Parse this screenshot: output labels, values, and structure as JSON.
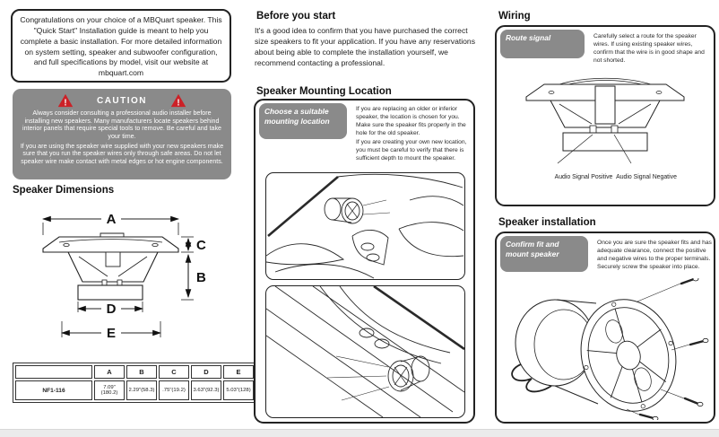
{
  "left": {
    "intro": "Congratulations on your choice of a MBQuart speaker. This \"Quick Start\" Installation guide is meant to help you complete a basic installation. For more detailed information on system setting, speaker and subwoofer configuration, and full specifications by model, visit our website at mbquart.com",
    "caution": {
      "title": "CAUTION",
      "p1": "Always consider consulting a professional audio installer before installing new speakers. Many manufacturers locate speakers behind interior panels that require special tools to remove. Be careful and take your time.",
      "p2": "If you are using the speaker wire supplied with your new speakers make sure that you run the speaker wires only through safe areas. Do not let speaker wire make contact with metal edges or hot engine components."
    },
    "dimensions": {
      "heading": "Speaker Dimensions",
      "labels": {
        "A": "A",
        "B": "B",
        "C": "C",
        "D": "D",
        "E": "E"
      },
      "table": {
        "model_header": "",
        "cols": [
          "A",
          "B",
          "C",
          "D",
          "E"
        ],
        "model": "NF1-116",
        "values": [
          "7.09\"(180.2)",
          "2.29\"(58.3)",
          ".75\"(19.2)",
          "3.63\"(92.3)",
          "5.03\"(128)"
        ]
      }
    }
  },
  "middle": {
    "before": {
      "heading": "Before you start",
      "body": "It's a good idea to confirm that you have purchased the correct size speakers to fit your application. If you have any reservations about being able to complete the installation yourself, we recommend contacting a professional."
    },
    "mounting": {
      "heading": "Speaker Mounting Location",
      "tab": "Choose a suitable mounting location",
      "p1": "If you are replacing an older or inferior speaker, the location is chosen for you. Make sure the speaker fits properly in the hole for the old speaker.",
      "p2": "If you are creating your own new location, you must be careful to verify that there is sufficient depth to mount the speaker."
    }
  },
  "right": {
    "wiring": {
      "heading": "Wiring",
      "tab": "Route signal",
      "body": "Carefully select a route for the speaker wires. If using existing speaker wires, confirm that the wire is in good shape and not shorted.",
      "positive": "Audio Signal Positive",
      "negative": "Audio Signal Negative"
    },
    "install": {
      "heading": "Speaker installation",
      "tab": "Confirm fit and mount speaker",
      "body": "Once you are sure the speaker fits and has adequate clearance, connect the positive and negative wires to the proper terminals. Securely screw the speaker into place."
    }
  },
  "colors": {
    "tab_gray": "#8a8a8a",
    "caution_red": "#cc2127"
  }
}
